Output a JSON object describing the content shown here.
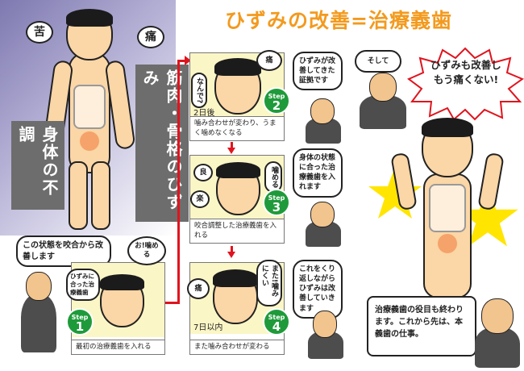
{
  "title": "ひずみの改善=治療義歯",
  "left": {
    "bubble_bitter": "苦",
    "bubble_pain": "痛",
    "label_distortion": "筋肉・骨格のひずみ",
    "label_illness": "身体の不調"
  },
  "intro_bubble": "この状態を咬合から改善します",
  "steps": [
    {
      "step": "Step",
      "num": "1",
      "caption": "最初の治療義歯を入れる",
      "bubbles": [
        "ひずみに合った治療義歯",
        "お!噛める"
      ]
    },
    {
      "step": "Step",
      "num": "2",
      "label": "2日後",
      "caption": "噛み合わせが変わり、うまく噛めなくなる",
      "bubbles": [
        "痛",
        "なんで?"
      ]
    },
    {
      "step": "Step",
      "num": "3",
      "caption": "咬合調整した治療義歯を入れる",
      "bubbles": [
        "良",
        "楽",
        "噛める"
      ]
    },
    {
      "step": "Step",
      "num": "4",
      "label": "7日以内",
      "caption": "また噛み合わせが変わる",
      "bubbles": [
        "痛",
        "また!噛みにくい"
      ]
    }
  ],
  "doctor_bubbles": [
    "ひずみが改善してきた証拠です",
    "身体の状態に合った治療義歯を入れます",
    "これをくり返しながらひずみは改善していきます"
  ],
  "right": {
    "cloud": "そして",
    "burst": "ひずみも改善しもう痛くない!",
    "board": "治療義歯の役目も終わります。これから先は、本義歯の仕事。"
  },
  "colors": {
    "title": "#f39a1e",
    "arrow": "#e0141e",
    "step_badge": "#1f9a3a",
    "panel_bg": "#fbf6c6",
    "label_bg": "#6d6d6d",
    "star": "#ffe500"
  }
}
